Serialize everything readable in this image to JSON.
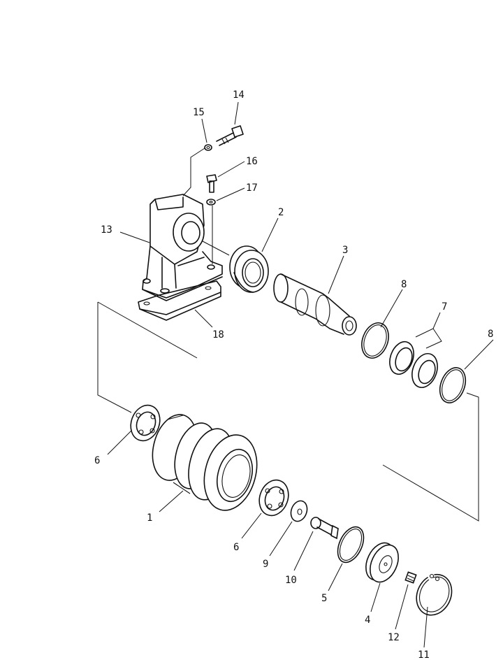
{
  "callouts": {
    "c1": "1",
    "c2": "2",
    "c3": "3",
    "c4": "4",
    "c5": "5",
    "c6a": "6",
    "c6b": "6",
    "c7": "7",
    "c8a": "8",
    "c8b": "8",
    "c9": "9",
    "c10": "10",
    "c11": "11",
    "c12": "12",
    "c13": "13",
    "c14": "14",
    "c15": "15",
    "c16": "16",
    "c17": "17",
    "c18": "18"
  }
}
